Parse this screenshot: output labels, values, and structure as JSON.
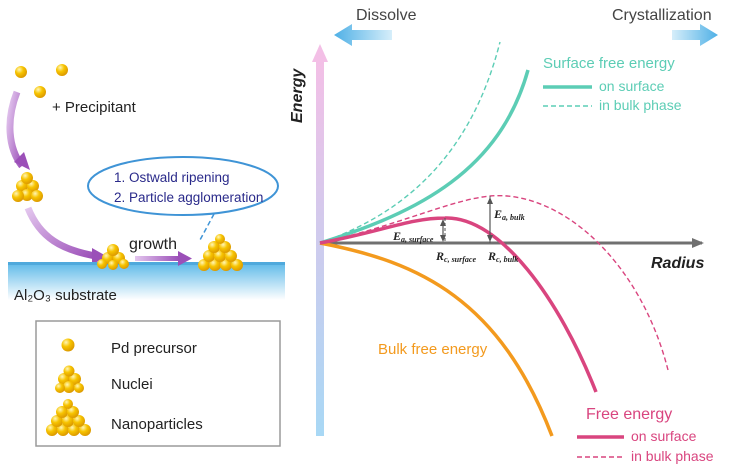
{
  "top": {
    "dissolve_label": "Dissolve",
    "crystallization_label": "Crystallization"
  },
  "axes": {
    "y_label": "Energy",
    "x_label": "Radius"
  },
  "process": {
    "precipitant_label": "+ Precipitant",
    "growth_label": "growth",
    "substrate_label": "Al₂O₃ substrate",
    "mechanisms": [
      "1. Ostwald ripening",
      "2. Particle agglomeration"
    ]
  },
  "legend_box": {
    "items": [
      {
        "label": "Pd precursor"
      },
      {
        "label": "Nuclei"
      },
      {
        "label": "Nanoparticles"
      }
    ]
  },
  "surface_legend": {
    "title": "Surface free energy",
    "on_surface": "on surface",
    "in_bulk": "in bulk phase"
  },
  "bulk_label": "Bulk free energy",
  "free_legend": {
    "title": "Free energy",
    "on_surface": "on surface",
    "in_bulk": "in bulk phase"
  },
  "annotations": {
    "ea_surface": "Ea, surface",
    "ea_bulk": "Ea, bulk",
    "rc_surface": "Rc, surface",
    "rc_bulk": "Rc, bulk"
  },
  "colors": {
    "surface": "#5ccdb5",
    "bulk": "#f39a1e",
    "free": "#d9457f",
    "axis": "#707070",
    "arrow_blue": "#5fb8e8",
    "purple": "#9b4fb8",
    "substrate": "#6fc2ea",
    "particle": "#f5b800",
    "ellipse": "#3f94d6",
    "ellipse_text": "#2a2a8a"
  }
}
